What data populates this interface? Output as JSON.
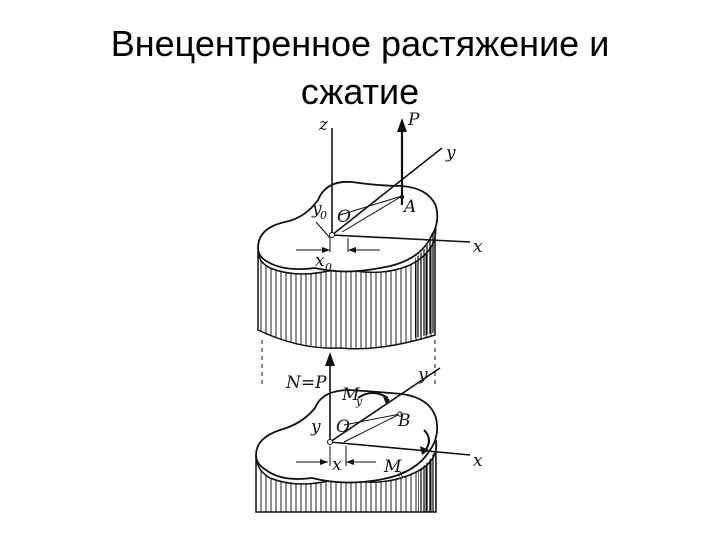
{
  "slide": {
    "title_line_1": "Внецентренное растяжение и",
    "title_line_2": "сжатие"
  },
  "figure": {
    "labels": {
      "z": "z",
      "P": "P",
      "y_top": "y",
      "x_top": "x",
      "y0": "y",
      "y0_sub": "0",
      "O_top": "O",
      "A": "A",
      "x0": "x",
      "x0_sub": "0",
      "N_eq_P": "N=P",
      "y_bottom": "y",
      "My": "M",
      "My_sub": "y",
      "B": "B",
      "y_small": "y",
      "O_bottom": "O",
      "x_small": "x",
      "Mx": "M",
      "Mx_sub": "x",
      "x_bottom": "x"
    },
    "ink_color": "#111111"
  }
}
